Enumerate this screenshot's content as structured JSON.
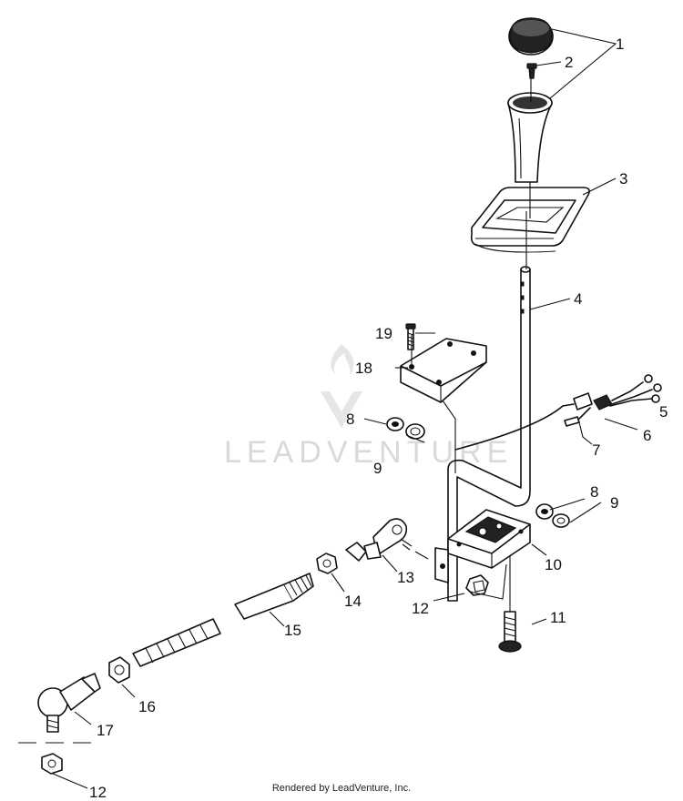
{
  "watermark": {
    "text": "LEADVENTURE"
  },
  "footer": {
    "text": "Rendered by LeadVenture, Inc."
  },
  "callouts": [
    {
      "id": "1",
      "label": "1"
    },
    {
      "id": "2",
      "label": "2"
    },
    {
      "id": "3",
      "label": "3"
    },
    {
      "id": "4",
      "label": "4"
    },
    {
      "id": "5",
      "label": "5"
    },
    {
      "id": "6",
      "label": "6"
    },
    {
      "id": "7",
      "label": "7"
    },
    {
      "id": "8a",
      "label": "8"
    },
    {
      "id": "9a",
      "label": "9"
    },
    {
      "id": "8b",
      "label": "8"
    },
    {
      "id": "9b",
      "label": "9"
    },
    {
      "id": "10",
      "label": "10"
    },
    {
      "id": "11",
      "label": "11"
    },
    {
      "id": "12a",
      "label": "12"
    },
    {
      "id": "13",
      "label": "13"
    },
    {
      "id": "14",
      "label": "14"
    },
    {
      "id": "15",
      "label": "15"
    },
    {
      "id": "16",
      "label": "16"
    },
    {
      "id": "17",
      "label": "17"
    },
    {
      "id": "12b",
      "label": "12"
    },
    {
      "id": "18",
      "label": "18"
    },
    {
      "id": "19",
      "label": "19"
    }
  ]
}
